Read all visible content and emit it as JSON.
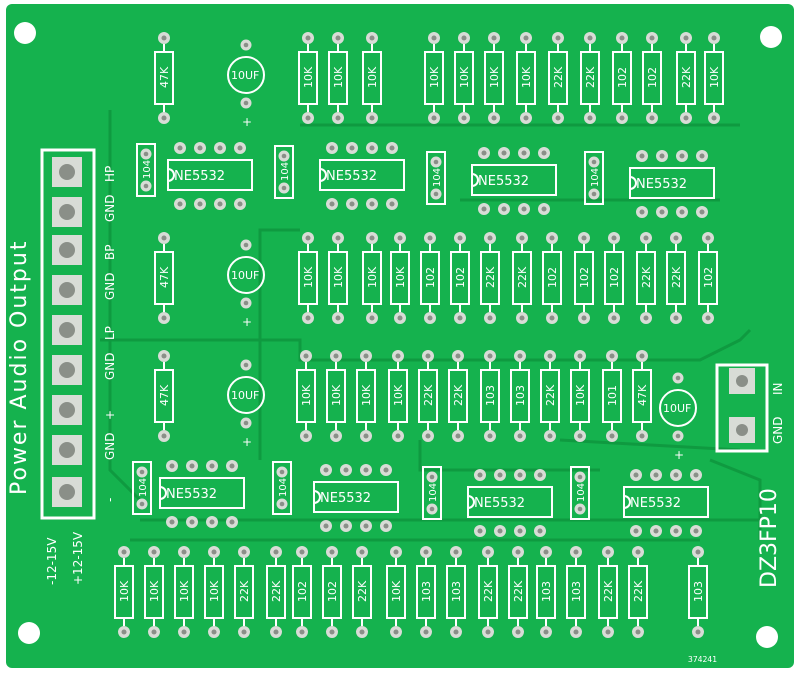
{
  "board": {
    "colors": {
      "substrate": "#15b24e",
      "trace": "#0f9a40",
      "silkscreen": "#ffffff",
      "pad": "#d8dcd6",
      "hole": "#8a8f88"
    },
    "model_label": "DZ3FP10",
    "serial_label": "374241",
    "output_header_label": "Power Audio Output",
    "output_pins": [
      "HP",
      "GND",
      "BP",
      "GND",
      "LP",
      "GND",
      "+",
      "GND",
      "-"
    ],
    "supply_labels": [
      "-12-15V",
      "+12-15V"
    ],
    "input_header_label": "IN",
    "input_gnd_label": "GND",
    "opamp_label": "NE5532",
    "cap_small_label": "104",
    "cap_large_label": "10UF",
    "cap_large_plus": "+",
    "row1_resistors": [
      "47K",
      "10K",
      "10K",
      "10K",
      "10K",
      "10K",
      "10K",
      "10K",
      "22K",
      "22K",
      "102",
      "102",
      "22K",
      "10K"
    ],
    "row2_resistors": [
      "47K",
      "10K",
      "10K",
      "10K",
      "10K",
      "102",
      "102",
      "22K",
      "22K",
      "102",
      "102",
      "102",
      "22K",
      "22K",
      "102"
    ],
    "row3_resistors": [
      "47K",
      "10K",
      "10K",
      "10K",
      "10K",
      "22K",
      "22K",
      "103",
      "103",
      "22K",
      "10K",
      "101",
      "47K"
    ],
    "row4_resistors": [
      "10K",
      "10K",
      "10K",
      "10K",
      "22K",
      "22K",
      "102",
      "102",
      "22K",
      "10K",
      "103",
      "103",
      "22K",
      "22K",
      "103",
      "103",
      "22K",
      "22K",
      "103"
    ]
  }
}
